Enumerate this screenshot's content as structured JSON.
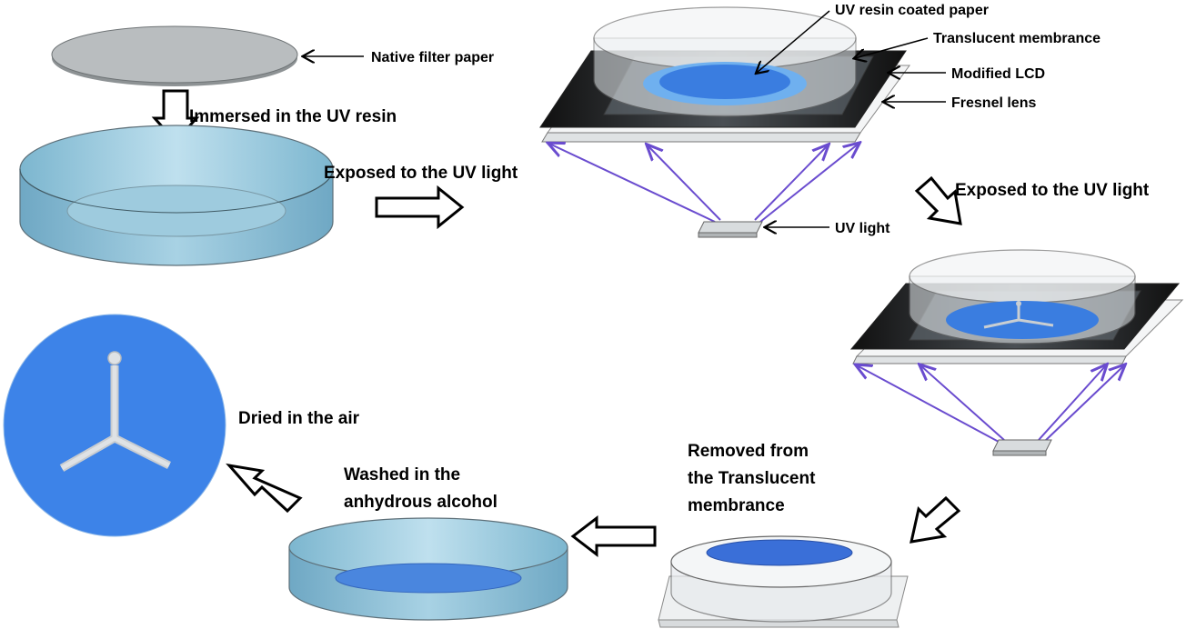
{
  "steps": {
    "immersed": "Immersed in the UV resin",
    "exposed_1": "Exposed to the UV light",
    "exposed_2": "Exposed to the UV light",
    "removed": [
      "Removed from",
      "the Translucent",
      "membrance"
    ],
    "washed": [
      "Washed in the",
      "anhydrous alcohol"
    ],
    "dried": "Dried in the air"
  },
  "parts": {
    "native_filter_paper": "Native filter paper",
    "uv_resin_coated_paper": "UV resin coated paper",
    "translucent_membrance": "Translucent membrance",
    "modified_lcd": "Modified LCD",
    "fresnel_lens": "Fresnel lens",
    "uv_light": "UV light"
  },
  "colors": {
    "resin_blue": "#8ec5dc",
    "paper_blue": "#3a7de0",
    "paper_light_blue": "#6fb0ef",
    "lcd_black": "#1c1c1c",
    "light_ray": "#6a4ccf",
    "paper_grey": "#b9bdbf"
  }
}
